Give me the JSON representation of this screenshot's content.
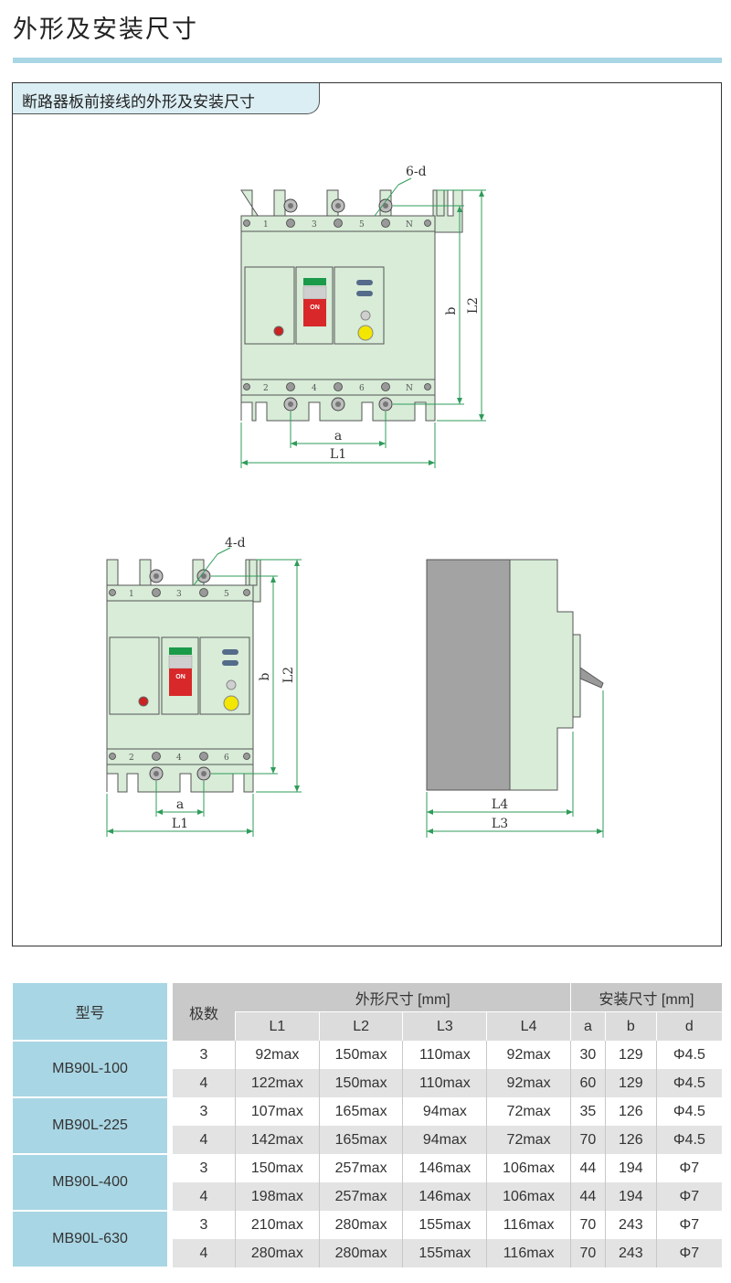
{
  "page": {
    "title": "外形及安装尺寸"
  },
  "section": {
    "title": "断路器板前接线的外形及安装尺寸"
  },
  "drawing": {
    "four_pole": {
      "hole_label": "6-d",
      "top_terminals": [
        "1",
        "3",
        "5",
        "N"
      ],
      "bottom_terminals": [
        "2",
        "4",
        "6",
        "N"
      ],
      "switch_label": "ON",
      "dim_a": "a",
      "dim_L1": "L1",
      "dim_b": "b",
      "dim_L2": "L2"
    },
    "three_pole": {
      "hole_label": "4-d",
      "top_terminals": [
        "1",
        "3",
        "5"
      ],
      "bottom_terminals": [
        "2",
        "4",
        "6"
      ],
      "switch_label": "ON",
      "dim_a": "a",
      "dim_L1": "L1",
      "dim_b": "b",
      "dim_L2": "L2"
    },
    "side_view": {
      "dim_L4": "L4",
      "dim_L3": "L3"
    }
  },
  "table": {
    "col_model": "型号",
    "col_poles": "极数",
    "group_outline": "外形尺寸 [mm]",
    "group_install": "安装尺寸 [mm]",
    "sub_headers": [
      "L1",
      "L2",
      "L3",
      "L4",
      "a",
      "b",
      "d"
    ],
    "rows": [
      {
        "model": "MB90L-100",
        "poles": "3",
        "L1": "92max",
        "L2": "150max",
        "L3": "110max",
        "L4": "92max",
        "a": "30",
        "b": "129",
        "d": "Φ4.5"
      },
      {
        "model": "",
        "poles": "4",
        "L1": "122max",
        "L2": "150max",
        "L3": "110max",
        "L4": "92max",
        "a": "60",
        "b": "129",
        "d": "Φ4.5"
      },
      {
        "model": "MB90L-225",
        "poles": "3",
        "L1": "107max",
        "L2": "165max",
        "L3": "94max",
        "L4": "72max",
        "a": "35",
        "b": "126",
        "d": "Φ4.5"
      },
      {
        "model": "",
        "poles": "4",
        "L1": "142max",
        "L2": "165max",
        "L3": "94max",
        "L4": "72max",
        "a": "70",
        "b": "126",
        "d": "Φ4.5"
      },
      {
        "model": "MB90L-400",
        "poles": "3",
        "L1": "150max",
        "L2": "257max",
        "L3": "146max",
        "L4": "106max",
        "a": "44",
        "b": "194",
        "d": "Φ7"
      },
      {
        "model": "",
        "poles": "4",
        "L1": "198max",
        "L2": "257max",
        "L3": "146max",
        "L4": "106max",
        "a": "44",
        "b": "194",
        "d": "Φ7"
      },
      {
        "model": "MB90L-630",
        "poles": "3",
        "L1": "210max",
        "L2": "280max",
        "L3": "155max",
        "L4": "116max",
        "a": "70",
        "b": "243",
        "d": "Φ7"
      },
      {
        "model": "",
        "poles": "4",
        "L1": "280max",
        "L2": "280max",
        "L3": "155max",
        "L4": "116max",
        "a": "70",
        "b": "243",
        "d": "Φ7"
      }
    ]
  },
  "colors": {
    "accent": "#a9d6e4",
    "body": "#d8ecd8",
    "dimension_line": "#2e9c5a",
    "header_gray": "#c9c9c9"
  }
}
